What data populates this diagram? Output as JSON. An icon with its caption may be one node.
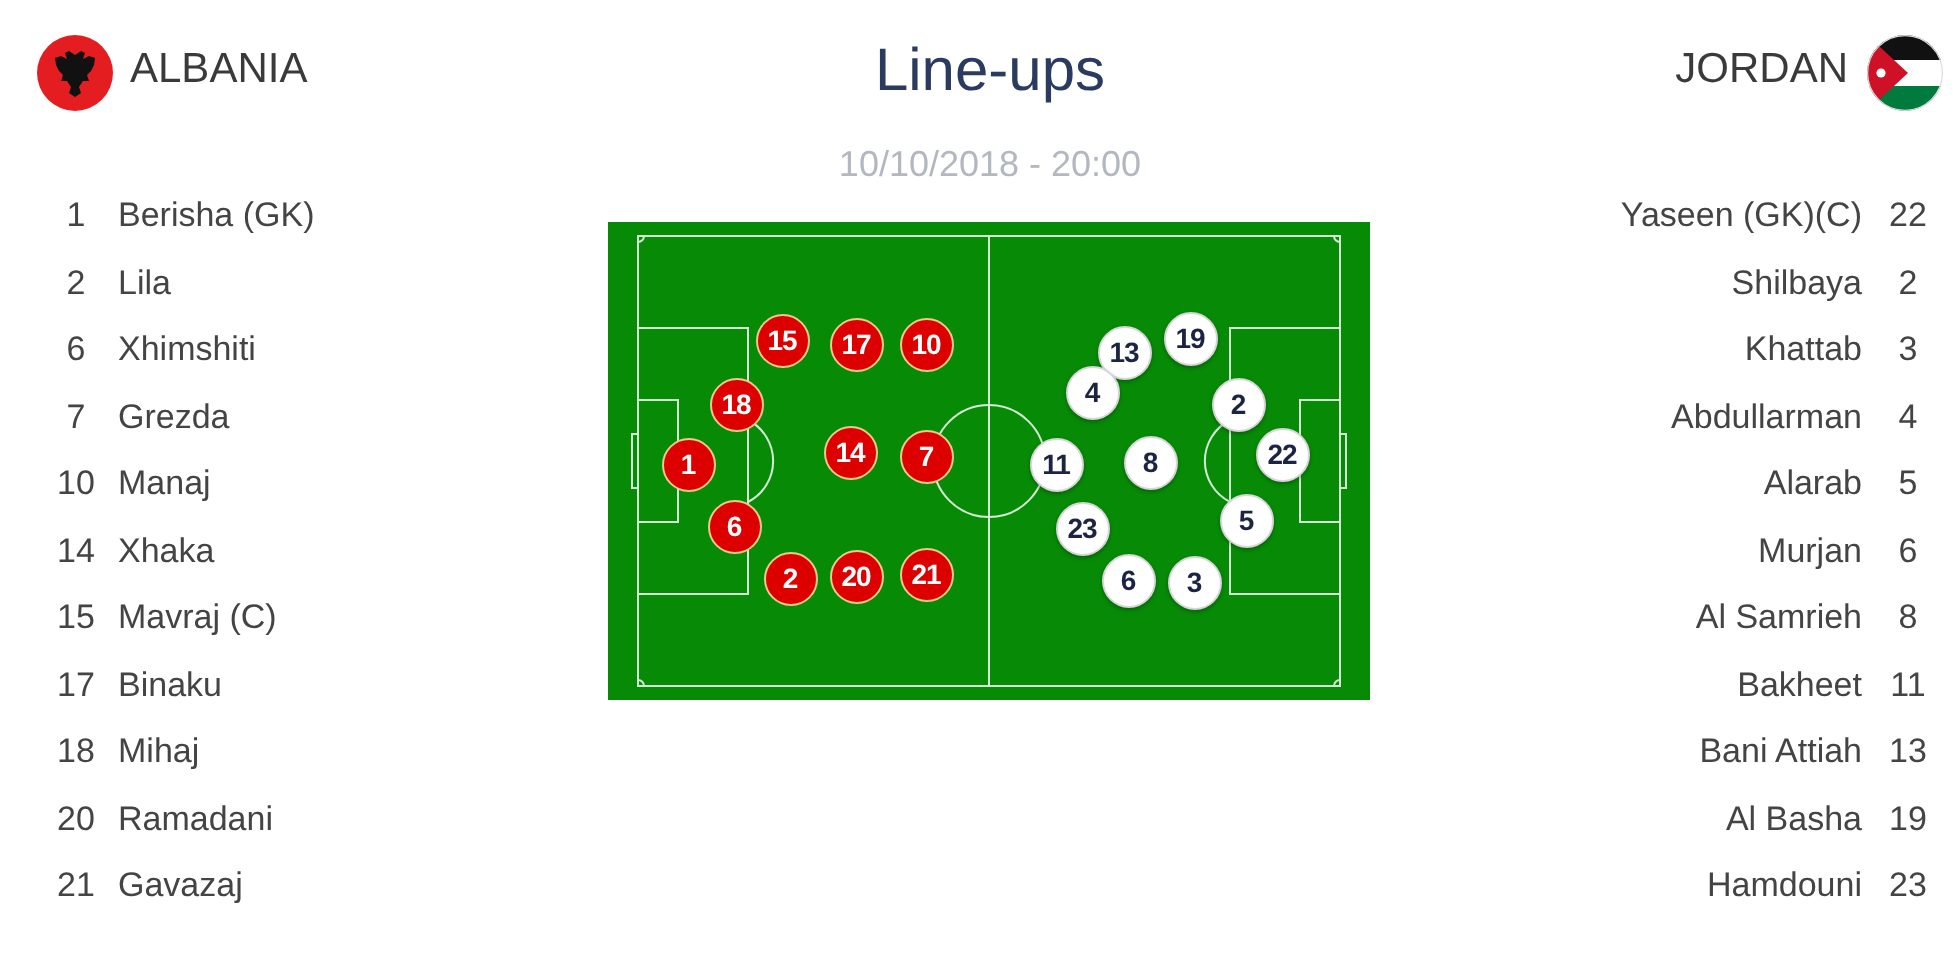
{
  "diagram": {
    "title": "Line-ups",
    "nodes": [
      {
        "text": [
          "15"
        ]
      },
      {
        "text": [
          "17"
        ]
      },
      {
        "text": [
          "10"
        ]
      },
      {
        "text": [
          "18"
        ]
      },
      {
        "text": [
          "1"
        ]
      },
      {
        "text": [
          "14"
        ]
      },
      {
        "text": [
          "7"
        ]
      },
      {
        "text": [
          "6"
        ]
      },
      {
        "text": [
          "2"
        ]
      },
      {
        "text": [
          "20"
        ]
      },
      {
        "text": [
          "21"
        ]
      },
      {
        "text": [
          "13"
        ]
      },
      {
        "text": [
          "19"
        ]
      },
      {
        "text": [
          "4"
        ]
      },
      {
        "text": [
          "2"
        ]
      },
      {
        "text": [
          "11"
        ]
      },
      {
        "text": [
          "8"
        ]
      },
      {
        "text": [
          "22"
        ]
      },
      {
        "text": [
          "23"
        ]
      },
      {
        "text": [
          "5"
        ]
      },
      {
        "text": [
          "6"
        ]
      },
      {
        "text": [
          "3"
        ]
      }
    ],
    "edges": [],
    "labels": [
      "ALBANIA",
      "JORDAN",
      "10/10/2018 - 20:00",
      "1",
      "Berisha (GK)",
      "2",
      "Lila",
      "6",
      "Xhimshiti",
      "7",
      "Grezda",
      "10",
      "Manaj",
      "14",
      "Xhaka",
      "15",
      "Mavraj (C)",
      "17",
      "Binaku",
      "18",
      "Mihaj",
      "20",
      "Ramadani",
      "21",
      "Gavazaj",
      "Yaseen (GK)(C)",
      "22",
      "Shilbaya",
      "2",
      "Khattab",
      "3",
      "Abdullarman",
      "4",
      "Alarab",
      "5",
      "Murjan",
      "6",
      "Al Samrieh",
      "8",
      "Bakheet",
      "11",
      "Bani Attiah",
      "13",
      "Al Basha",
      "19",
      "Hamdouni",
      "23"
    ]
  }
}
